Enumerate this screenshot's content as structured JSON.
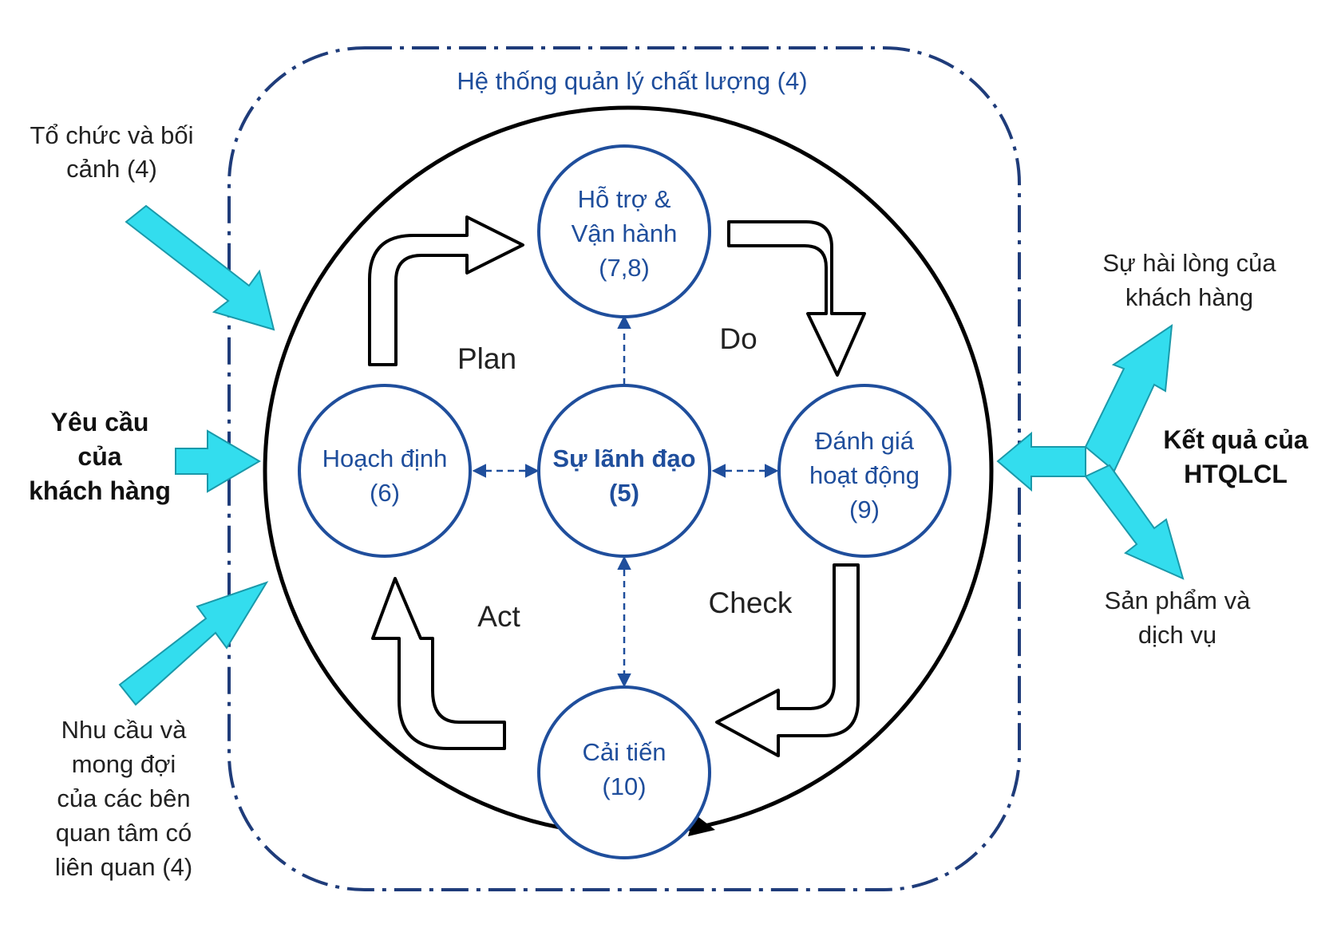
{
  "system_title": "Hệ thống quản lý chất lượng (4)",
  "inputs": {
    "context": [
      "Tổ chức và bối",
      "cảnh (4)"
    ],
    "requirements": [
      "Yêu cầu",
      "của",
      "khách hàng"
    ],
    "interested_parties": [
      "Nhu cầu và",
      "mong đợi",
      "của các bên",
      "quan tâm có",
      "liên quan (4)"
    ]
  },
  "nodes": {
    "support": [
      "Hỗ trợ &",
      "Vận hành",
      "(7,8)"
    ],
    "planning": [
      "Hoạch định",
      "(6)"
    ],
    "leadership": [
      "Sự lãnh đạo",
      "(5)"
    ],
    "evaluation": [
      "Đánh giá",
      "hoạt động",
      "(9)"
    ],
    "improvement": [
      "Cải tiến",
      "(10)"
    ]
  },
  "pdca": {
    "plan": "Plan",
    "do": "Do",
    "check": "Check",
    "act": "Act"
  },
  "outputs": {
    "results": [
      "Kết quả của",
      "HTQLCL"
    ],
    "satisfaction": [
      "Sự hài lòng của",
      "khách hàng"
    ],
    "products": [
      "Sản phẩm và",
      "dịch vụ"
    ]
  },
  "colors": {
    "blue": "#1f4e9c",
    "frame": "#1f3c7a",
    "cyan": "#33ddee",
    "black": "#000000"
  }
}
